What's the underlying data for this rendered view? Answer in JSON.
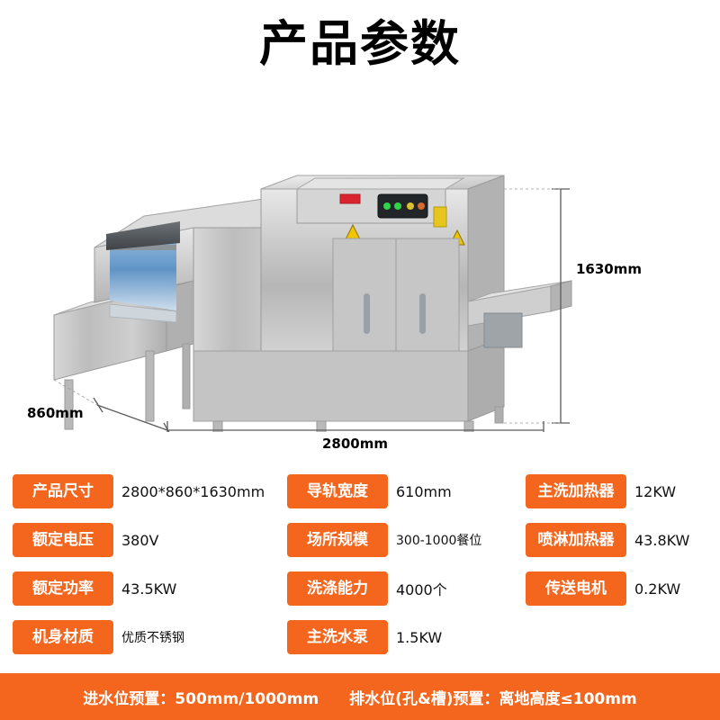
{
  "title": "产品参数",
  "diagram": {
    "height_label": "1630mm",
    "width_label": "2800mm",
    "depth_label": "860mm",
    "control_panel_name": "control-panel",
    "warning_label_name": "warning-triangle"
  },
  "specs": {
    "col1": [
      {
        "key": "产品尺寸",
        "value": "2800*860*1630mm"
      },
      {
        "key": "额定电压",
        "value": "380V"
      },
      {
        "key": "额定功率",
        "value": "43.5KW"
      },
      {
        "key": "机身材质",
        "value": "优质不锈钢"
      }
    ],
    "col2": [
      {
        "key": "导轨宽度",
        "value": "610mm"
      },
      {
        "key": "场所规模",
        "value": "300-1000餐位"
      },
      {
        "key": "洗涤能力",
        "value": "4000个"
      },
      {
        "key": "主洗水泵",
        "value": "1.5KW"
      }
    ],
    "col3": [
      {
        "key": "主洗加热器",
        "value": "12KW"
      },
      {
        "key": "喷淋加热器",
        "value": "43.8KW"
      },
      {
        "key": "传送电机",
        "value": "0.2KW"
      }
    ]
  },
  "footer": {
    "inlet": "进水位预置：500mm/1000mm",
    "outlet": "排水位(孔&槽)预置：离地高度≤100mm"
  },
  "colors": {
    "accent": "#f4661e",
    "text": "#111111",
    "footer_bg": "#f4661e"
  }
}
